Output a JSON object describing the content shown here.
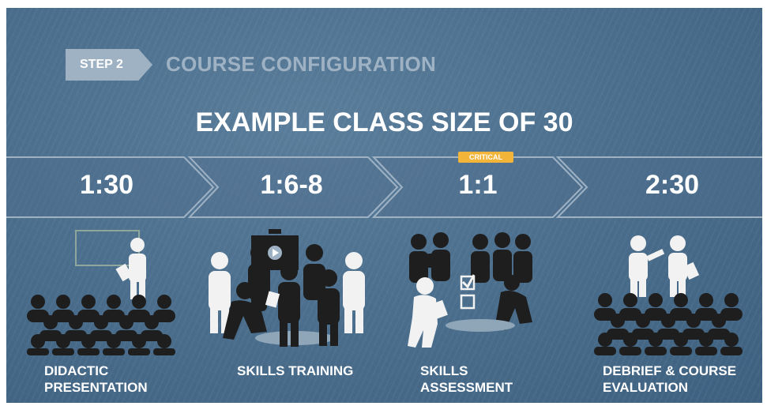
{
  "step": {
    "badge": "STEP 2",
    "title": "COURSE CONFIGURATION"
  },
  "main_title": "EXAMPLE CLASS SIZE OF 30",
  "critical_tag": "CRITICAL",
  "stages": [
    {
      "ratio": "1:30",
      "label": "DIDACTIC\nPRESENTATION",
      "icon": "classroom-presentation-icon"
    },
    {
      "ratio": "1:6-8",
      "label": "SKILLS TRAINING",
      "icon": "skills-training-group-icon"
    },
    {
      "ratio": "1:1",
      "label": "SKILLS\nASSESSMENT",
      "icon": "skills-assessment-icon"
    },
    {
      "ratio": "2:30",
      "label": "DEBRIEF & COURSE\nEVALUATION",
      "icon": "debrief-evaluation-icon"
    }
  ],
  "colors": {
    "background": "#4d7190",
    "badge": "#9fb2c4",
    "chevron_outline": "#9fb2c4",
    "critical": "#f2b53a",
    "text": "#ffffff",
    "figure_dark": "#1e1e1e",
    "figure_light": "#f2f2f2"
  }
}
